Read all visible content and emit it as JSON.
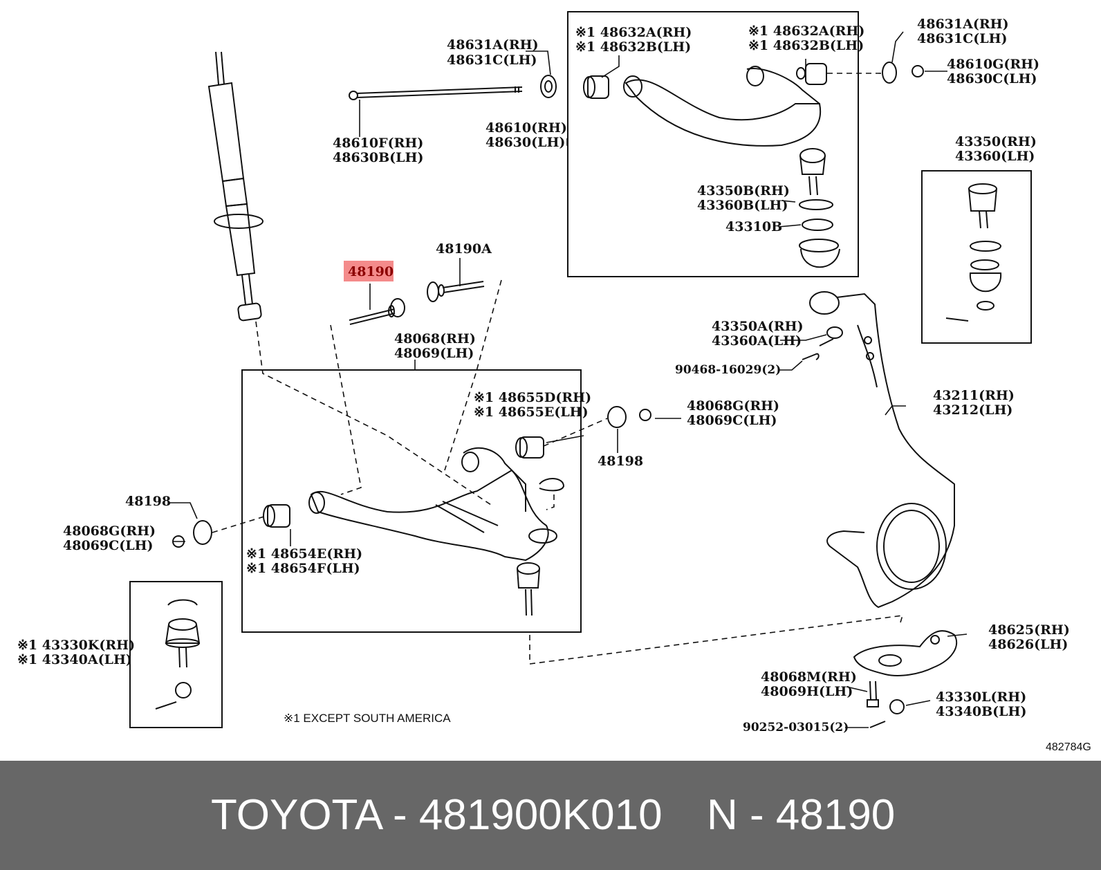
{
  "labels": {
    "l_48631A_rh_top": "48631A(RH)",
    "l_48631C_lh_top": "48631C(LH)",
    "l_48610F": "48610F(RH)",
    "l_48630B": "48630B(LH)",
    "l_48632A_left": "※1 48632A(RH)",
    "l_48632B_left": "※1 48632B(LH)",
    "l_48632A_right": "※1 48632A(RH)",
    "l_48632B_right": "※1 48632B(LH)",
    "l_48631A_rh_right": "48631A(RH)",
    "l_48631C_lh_right": "48631C(LH)",
    "l_48610G": "48610G(RH)",
    "l_48630C": "48630C(LH)",
    "l_48610": "48610(RH)",
    "l_48630": "48630(LH)",
    "l_43350B": "43350B(RH)",
    "l_43360B": "43360B(LH)",
    "l_43310B": "43310B",
    "l_43350": "43350(RH)",
    "l_43360": "43360(LH)",
    "l_48190": "48190",
    "l_48190A": "48190A",
    "l_48068": "48068(RH)",
    "l_48069": "48069(LH)",
    "l_43350A": "43350A(RH)",
    "l_43360A": "43360A(LH)",
    "l_90468": "90468-16029(2)",
    "l_48655D": "※1 48655D(RH)",
    "l_48655E": "※1 48655E(LH)",
    "l_48068G_right": "48068G(RH)",
    "l_48069C_right": "48069C(LH)",
    "l_48198_right": "48198",
    "l_43211": "43211(RH)",
    "l_43212": "43212(LH)",
    "l_48198_left": "48198",
    "l_48068G_left": "48068G(RH)",
    "l_48069C_left": "48069C(LH)",
    "l_48654E": "※1 48654E(RH)",
    "l_48654F": "※1 48654F(LH)",
    "l_43330K": "※1 43330K(RH)",
    "l_43340A": "※1 43340A(LH)",
    "l_48625": "48625(RH)",
    "l_48626": "48626(LH)",
    "l_48068M": "48068M(RH)",
    "l_48069H": "48069H(LH)",
    "l_43330L": "43330L(RH)",
    "l_43340B": "43340B(LH)",
    "l_90252": "90252-03015(2)",
    "note": "※1   EXCEPT SOUTH AMERICA",
    "diagram_code": "482784G"
  },
  "footer": {
    "part_text": "TOYOTA - 481900K010",
    "ref_text": "N - 48190"
  },
  "colors": {
    "highlight": "#f48b8b",
    "highlight_text": "#8b0000",
    "footer_bg": "#676767"
  }
}
